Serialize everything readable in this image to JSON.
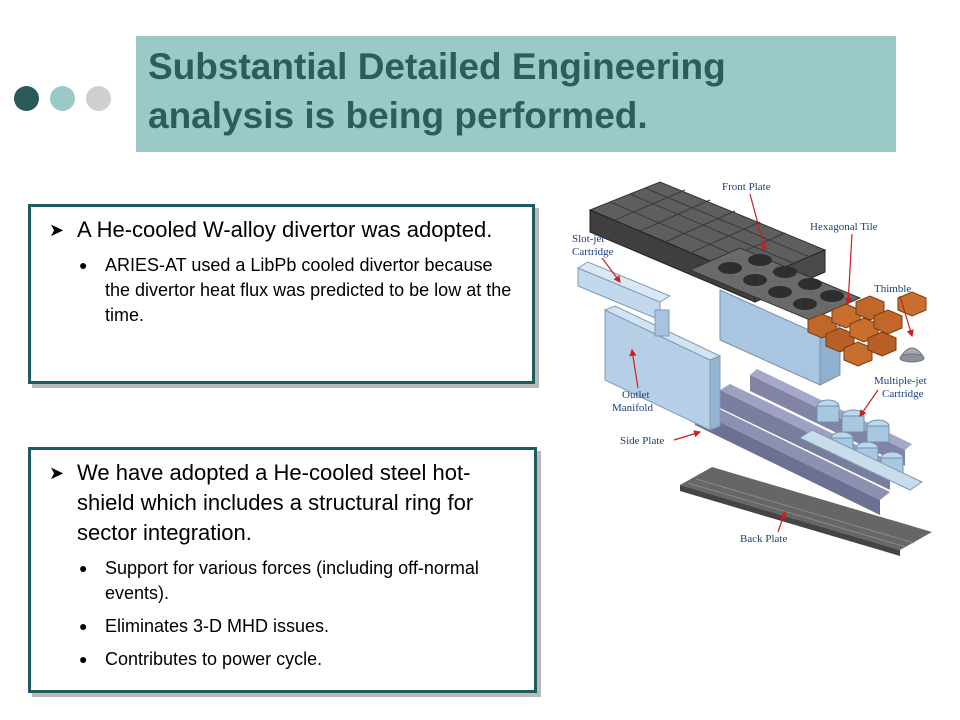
{
  "title": {
    "line1": "Substantial Detailed Engineering",
    "line2": "analysis is being performed."
  },
  "box1": {
    "main": "A He-cooled W-alloy divertor was adopted.",
    "subs": [
      "ARIES-AT used a LibPb cooled divertor because the divertor heat flux was predicted to be low at the time."
    ]
  },
  "box2": {
    "main": "We have adopted a He-cooled steel hot-shield which includes a structural ring for sector integration.",
    "subs": [
      "Support for various forces (including off-normal events).",
      "Eliminates 3-D MHD issues.",
      "Contributes to power cycle."
    ]
  },
  "diagram": {
    "labels": {
      "front_plate": "Front Plate",
      "slot_jet_1": "Slot-jet",
      "slot_jet_2": "Cartridge",
      "hexagonal_tile": "Hexagonal Tile",
      "thimble": "Thimble",
      "outlet_1": "Outlet",
      "outlet_2": "Manifold",
      "multi_jet_1": "Multiple-jet",
      "multi_jet_2": "Cartridge",
      "side_plate": "Side Plate",
      "back_plate": "Back Plate"
    }
  },
  "colors": {
    "title_bg": "#9ac9c6",
    "title_text": "#2c5d5e",
    "box_border": "#1d5d5f",
    "dot1": "#2a5a5a",
    "dot2": "#9ac9c6",
    "dot3": "#cfcfcf"
  }
}
